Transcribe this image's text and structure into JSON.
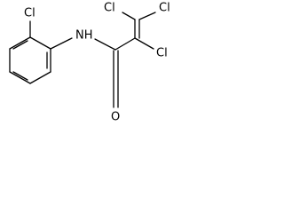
{
  "molecule": {
    "atoms": {
      "cl_phenyl": "Cl",
      "nh": "NH",
      "o": "O",
      "cl_alpha": "Cl",
      "cl_beta_1": "Cl",
      "cl_beta_2": "Cl"
    }
  }
}
